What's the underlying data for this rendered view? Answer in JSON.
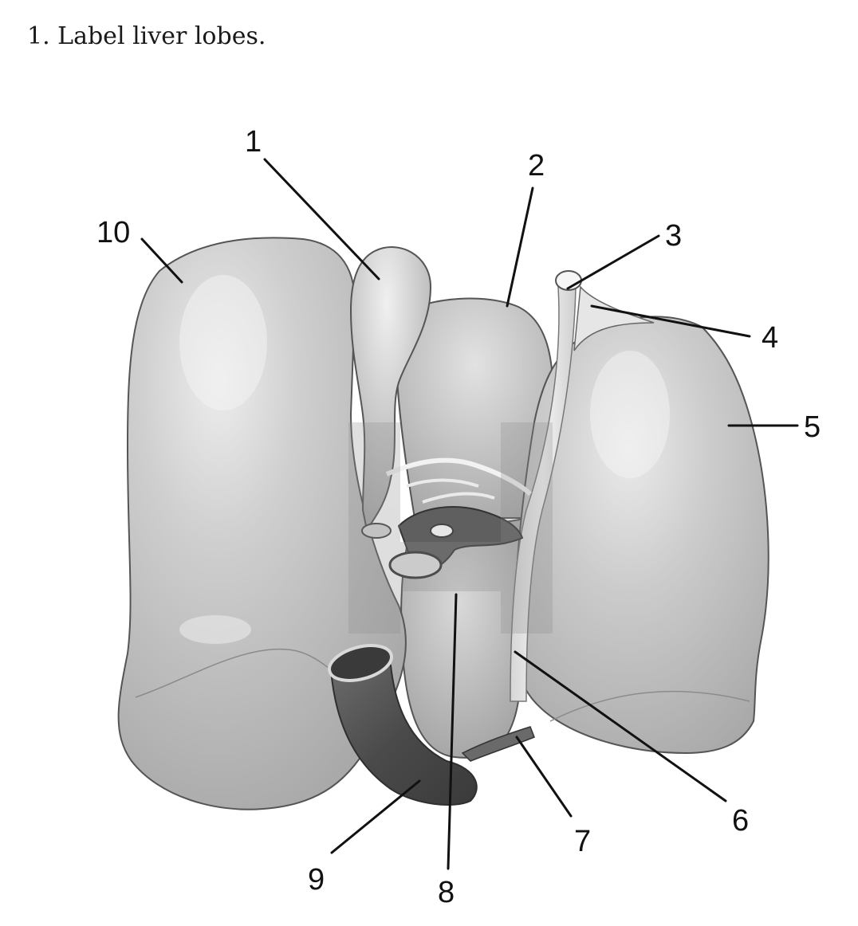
{
  "question": {
    "number": "1.",
    "text": "Label liver lobes."
  },
  "figure": {
    "subject": "liver",
    "callouts": [
      {
        "id": 1,
        "label": "1"
      },
      {
        "id": 2,
        "label": "2"
      },
      {
        "id": 3,
        "label": "3"
      },
      {
        "id": 4,
        "label": "4"
      },
      {
        "id": 5,
        "label": "5"
      },
      {
        "id": 6,
        "label": "6"
      },
      {
        "id": 7,
        "label": "7"
      },
      {
        "id": 8,
        "label": "8"
      },
      {
        "id": 9,
        "label": "9"
      },
      {
        "id": 10,
        "label": "10"
      }
    ],
    "colors": {
      "lobe_fill": "#bdbdbd",
      "lobe_shade": "#a6a6a6",
      "lobe_highlight": "#ececec",
      "outline": "#4a4a4a",
      "vessel_dark": "#5a5a5a",
      "vessel_light": "#e4e4e4",
      "watermark": "#8c8c8c"
    }
  }
}
